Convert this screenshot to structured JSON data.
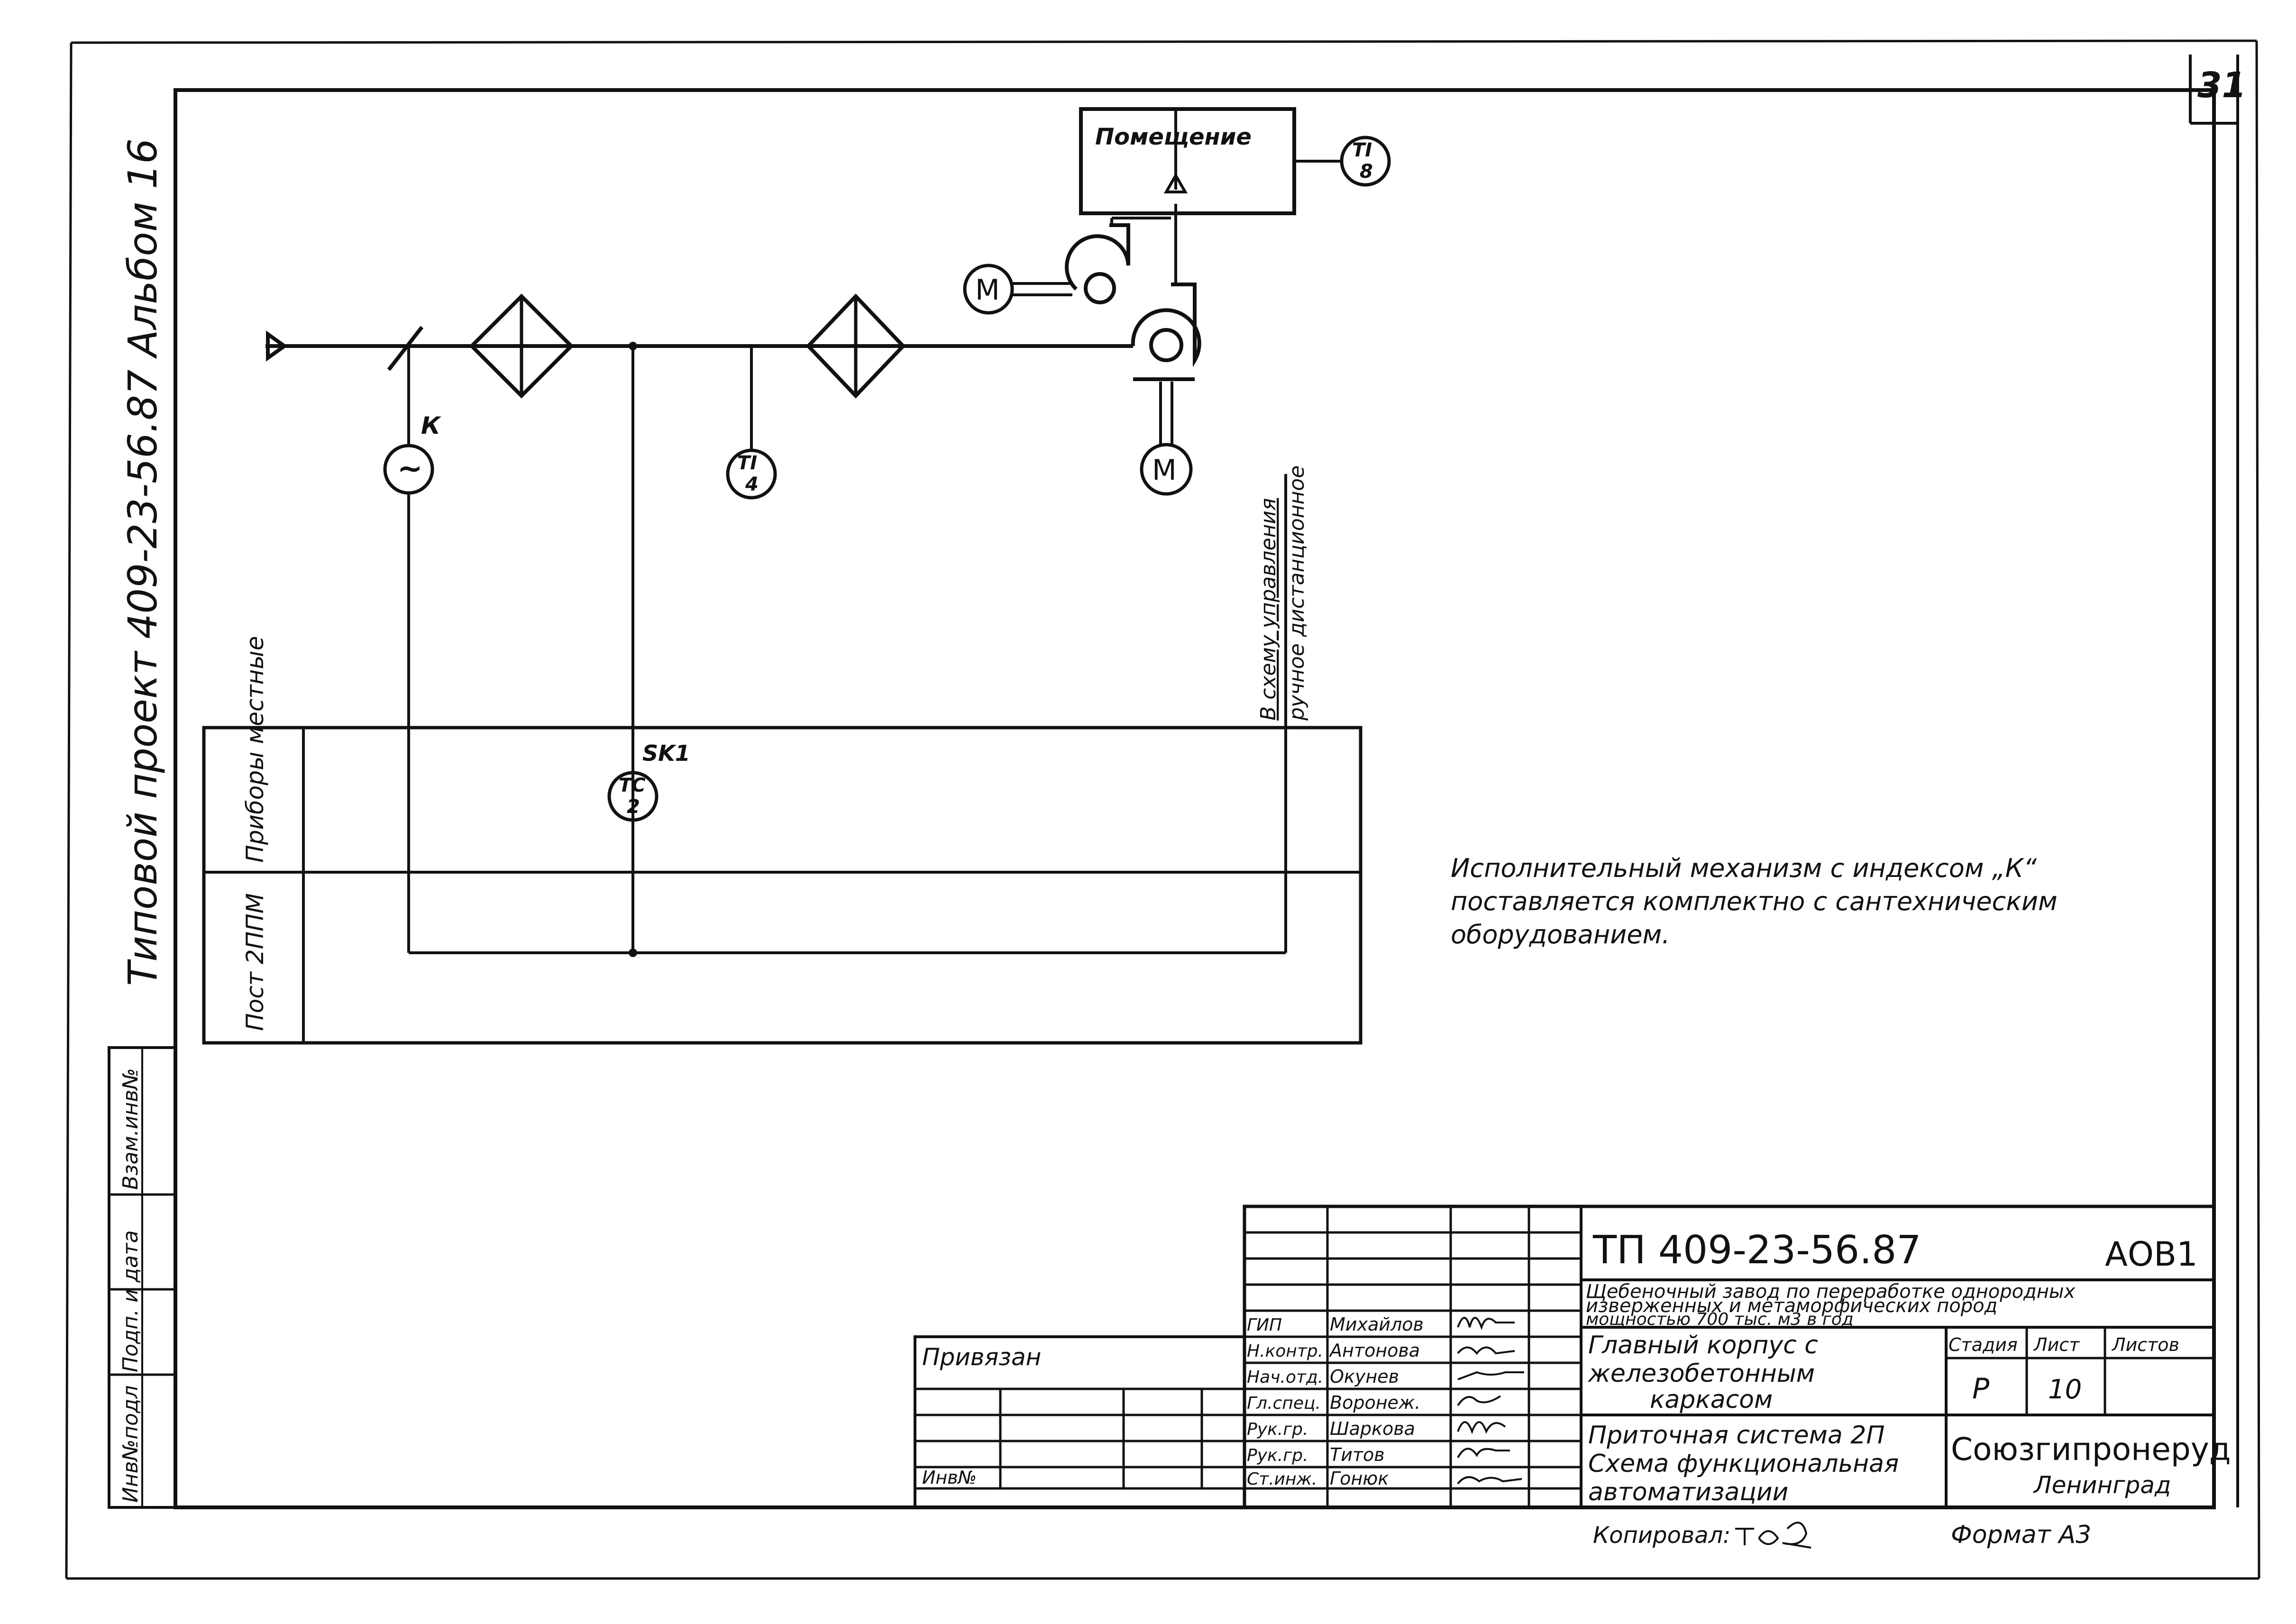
{
  "sheet": {
    "number": "31",
    "side_label": "Типовой проект 409-23-56.87 Альбом 16",
    "side_stamp": [
      "Инв№подл",
      "Подп. и дата",
      "Взам.инв№"
    ]
  },
  "diagram": {
    "room_label": "Помещение",
    "instruments": [
      {
        "code": "TI",
        "num": "8"
      },
      {
        "code": "TI",
        "num": "4"
      },
      {
        "code": "TC",
        "num": "2"
      }
    ],
    "motor_label": "M",
    "actuator_symbol": "~",
    "actuator_index": "К",
    "switch_label": "SK1",
    "control_note_1": "В схему управления",
    "control_note_2": "ручное дистанционное",
    "rows": [
      "Приборы местные",
      "Пост 2ППМ"
    ]
  },
  "note": {
    "lines": [
      "Исполнительный механизм с индексом „К“",
      "поставляется комплектно с сантехническим",
      "оборудованием."
    ]
  },
  "title_block": {
    "code": "ТП 409-23-56.87",
    "sheet_mark": "АОВ1",
    "project_lines": [
      "Щебеночный завод по переработке однородных",
      "изверженных и метаморфических пород",
      "мощностью 700 тыс. м3 в год"
    ],
    "building_lines": [
      "Главный корпус с",
      "железобетонным",
      "каркасом"
    ],
    "drawing_lines": [
      "Приточная система 2П",
      "Схема функциональная",
      "автоматизации"
    ],
    "headers": [
      "Стадия",
      "Лист",
      "Листов"
    ],
    "stage": "Р",
    "sheet": "10",
    "org": "Союзгипронеруд",
    "city": "Ленинград",
    "bound_label": "Привязан",
    "inv_label": "Инв№",
    "signers": [
      {
        "role": "ГИП",
        "name": "Михайлов"
      },
      {
        "role": "Н.контр.",
        "name": "Антонова"
      },
      {
        "role": "Нач.отд.",
        "name": "Окунев"
      },
      {
        "role": "Гл.спец.",
        "name": "Воронеж."
      },
      {
        "role": "Рук.гр.",
        "name": "Шаркова"
      },
      {
        "role": "Рук.гр.",
        "name": "Титов"
      },
      {
        "role": "Ст.инж.",
        "name": "Гонюк"
      }
    ],
    "copied": "Копировал:",
    "format": "Формат А3"
  }
}
